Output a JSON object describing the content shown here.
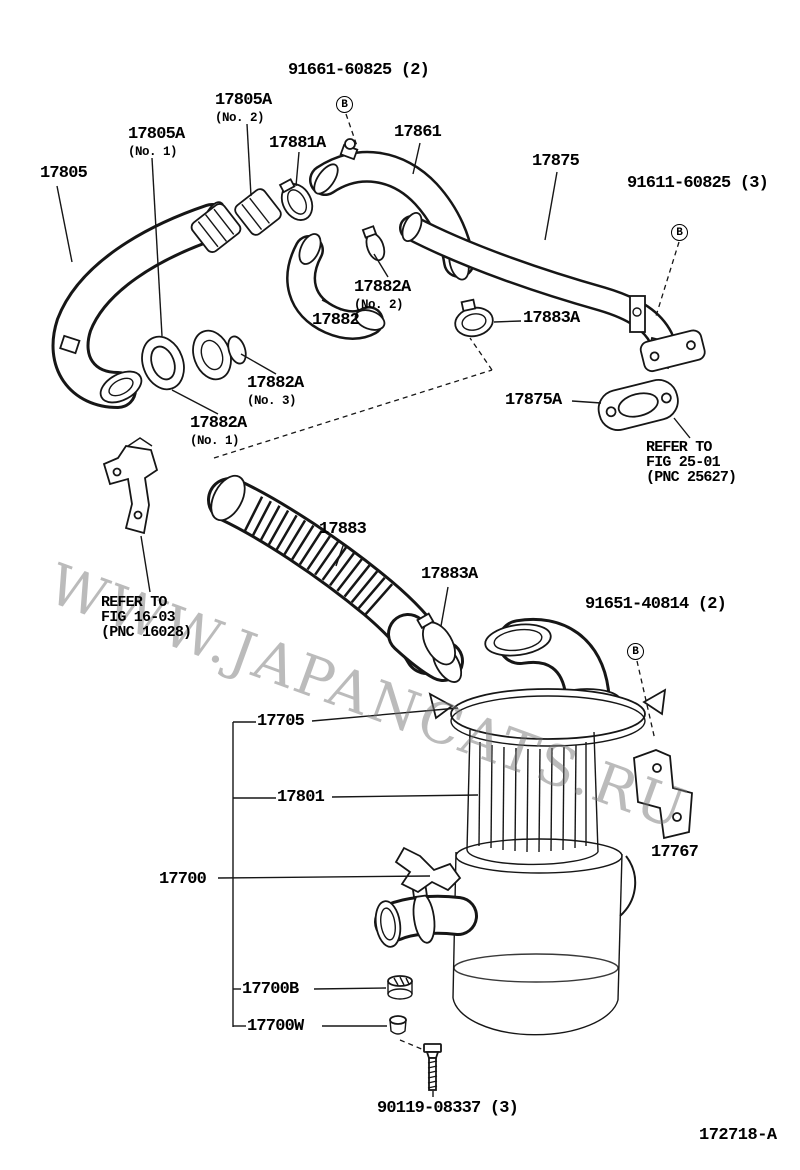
{
  "watermark": "WWW.JAPANCATS.RU",
  "figure_code": "172718-A",
  "marker": {
    "bolt": "B"
  },
  "parts": {
    "p91661": "91661-60825 (2)",
    "p91611": "91611-60825 (3)",
    "p91651": "91651-40814 (2)",
    "p90119": "90119-08337 (3)",
    "p17805": "17805",
    "p17805a": "17805A",
    "p17881a": "17881A",
    "p17861": "17861",
    "p17875": "17875",
    "p17875a": "17875A",
    "p17882": "17882",
    "p17882a": "17882A",
    "p17883": "17883",
    "p17883a": "17883A",
    "p17705": "17705",
    "p17801": "17801",
    "p17767": "17767",
    "p17700": "17700",
    "p17700b": "17700B",
    "p17700w": "17700W",
    "no1": "(No. 1)",
    "no2": "(No. 2)",
    "no3": "(No. 3)"
  },
  "references": {
    "fig2501": {
      "l1": "REFER TO",
      "l2": "FIG 25-01",
      "l3": "(PNC 25627)"
    },
    "fig1603": {
      "l1": "REFER TO",
      "l2": "FIG 16-03",
      "l3": "(PNC 16028)"
    }
  }
}
